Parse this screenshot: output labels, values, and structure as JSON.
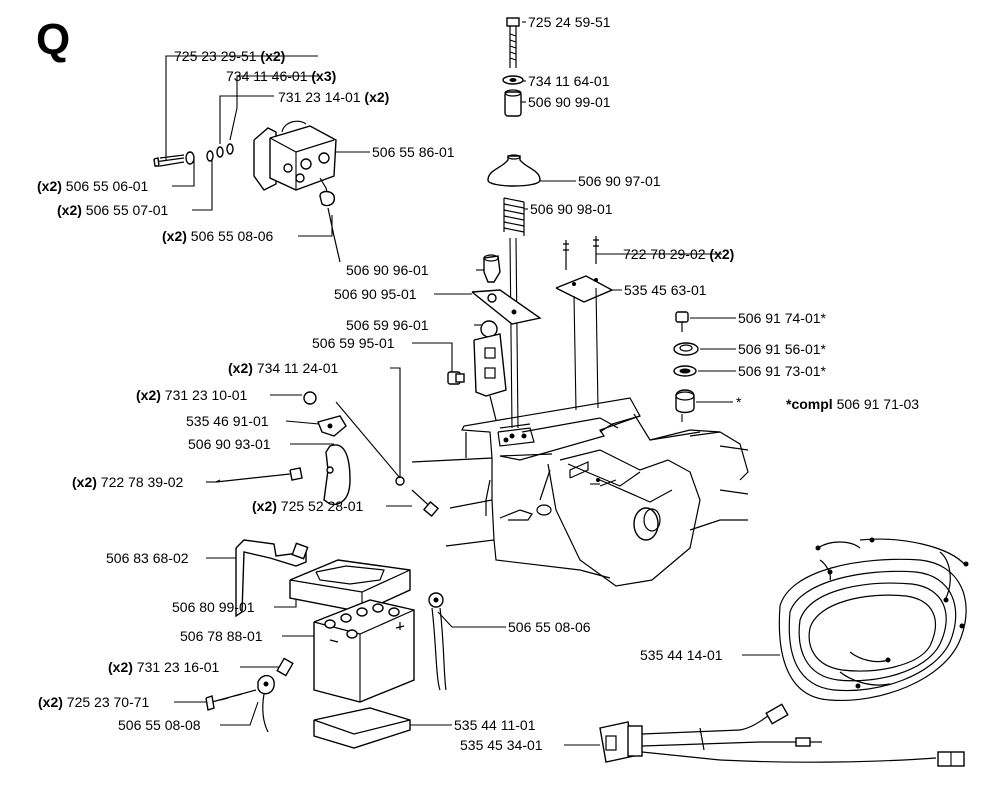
{
  "section": "Q",
  "labels": {
    "p725232951": {
      "qty_prefix": "",
      "number": "725 23 29-51",
      "qty_suffix": "(x2)"
    },
    "p734114601": {
      "qty_prefix": "",
      "number": "734 11 46-01",
      "qty_suffix": "(x3)"
    },
    "p731231401": {
      "qty_prefix": "",
      "number": "731 23 14-01",
      "qty_suffix": "(x2)"
    },
    "p506558601": {
      "qty_prefix": "",
      "number": "506 55 86-01",
      "qty_suffix": ""
    },
    "p506550601": {
      "qty_prefix": "(x2)",
      "number": "506 55 06-01",
      "qty_suffix": ""
    },
    "p506550701": {
      "qty_prefix": "(x2)",
      "number": "506 55 07-01",
      "qty_suffix": ""
    },
    "p506550806a": {
      "qty_prefix": "(x2)",
      "number": "506 55 08-06",
      "qty_suffix": ""
    },
    "p725245951": {
      "qty_prefix": "",
      "number": "725 24 59-51",
      "qty_suffix": ""
    },
    "p734116401": {
      "qty_prefix": "",
      "number": "734 11 64-01",
      "qty_suffix": ""
    },
    "p506909901": {
      "qty_prefix": "",
      "number": "506 90 99-01",
      "qty_suffix": ""
    },
    "p506909701": {
      "qty_prefix": "",
      "number": "506 90 97-01",
      "qty_suffix": ""
    },
    "p506909801": {
      "qty_prefix": "",
      "number": "506 90 98-01",
      "qty_suffix": ""
    },
    "p722782902": {
      "qty_prefix": "",
      "number": "722 78 29-02",
      "qty_suffix": "(x2)"
    },
    "p506909601": {
      "qty_prefix": "",
      "number": "506 90 96-01",
      "qty_suffix": ""
    },
    "p535456301": {
      "qty_prefix": "",
      "number": "535 45 63-01",
      "qty_suffix": ""
    },
    "p506909501": {
      "qty_prefix": "",
      "number": "506 90 95-01",
      "qty_suffix": ""
    },
    "p506917401": {
      "qty_prefix": "",
      "number": "506 91 74-01*",
      "qty_suffix": ""
    },
    "p506599601": {
      "qty_prefix": "",
      "number": "506 59 96-01",
      "qty_suffix": ""
    },
    "p506915601": {
      "qty_prefix": "",
      "number": "506 91 56-01*",
      "qty_suffix": ""
    },
    "p506599501": {
      "qty_prefix": "",
      "number": "506 59 95-01",
      "qty_suffix": ""
    },
    "p506917301": {
      "qty_prefix": "",
      "number": "506 91 73-01*",
      "qty_suffix": ""
    },
    "p734112401": {
      "qty_prefix": "(x2)",
      "number": "734 11 24-01",
      "qty_suffix": ""
    },
    "star": {
      "qty_prefix": "",
      "number": "*",
      "qty_suffix": ""
    },
    "compl": {
      "qty_prefix": "*compl",
      "number": "506 91 71-03",
      "qty_suffix": ""
    },
    "p731231001": {
      "qty_prefix": "(x2)",
      "number": "731 23 10-01",
      "qty_suffix": ""
    },
    "p535469101": {
      "qty_prefix": "",
      "number": "535 46 91-01",
      "qty_suffix": ""
    },
    "p506909301": {
      "qty_prefix": "",
      "number": "506 90 93-01",
      "qty_suffix": ""
    },
    "p722783902": {
      "qty_prefix": "(x2)",
      "number": "722 78 39-02",
      "qty_suffix": ""
    },
    "p725522801": {
      "qty_prefix": "(x2)",
      "number": "725 52 28-01",
      "qty_suffix": ""
    },
    "p506836802": {
      "qty_prefix": "",
      "number": "506 83 68-02",
      "qty_suffix": ""
    },
    "p506809901": {
      "qty_prefix": "",
      "number": "506 80 99-01",
      "qty_suffix": ""
    },
    "p506788801": {
      "qty_prefix": "",
      "number": "506 78 88-01",
      "qty_suffix": ""
    },
    "p506550806b": {
      "qty_prefix": "",
      "number": "506 55 08-06",
      "qty_suffix": ""
    },
    "p535441401": {
      "qty_prefix": "",
      "number": "535 44 14-01",
      "qty_suffix": ""
    },
    "p731231601": {
      "qty_prefix": "(x2)",
      "number": "731 23 16-01",
      "qty_suffix": ""
    },
    "p725237071": {
      "qty_prefix": "(x2)",
      "number": "725 23 70-71",
      "qty_suffix": ""
    },
    "p506550808": {
      "qty_prefix": "",
      "number": "506 55 08-08",
      "qty_suffix": ""
    },
    "p535441101": {
      "qty_prefix": "",
      "number": "535 44 11-01",
      "qty_suffix": ""
    },
    "p535453401": {
      "qty_prefix": "",
      "number": "535 45 34-01",
      "qty_suffix": ""
    }
  }
}
